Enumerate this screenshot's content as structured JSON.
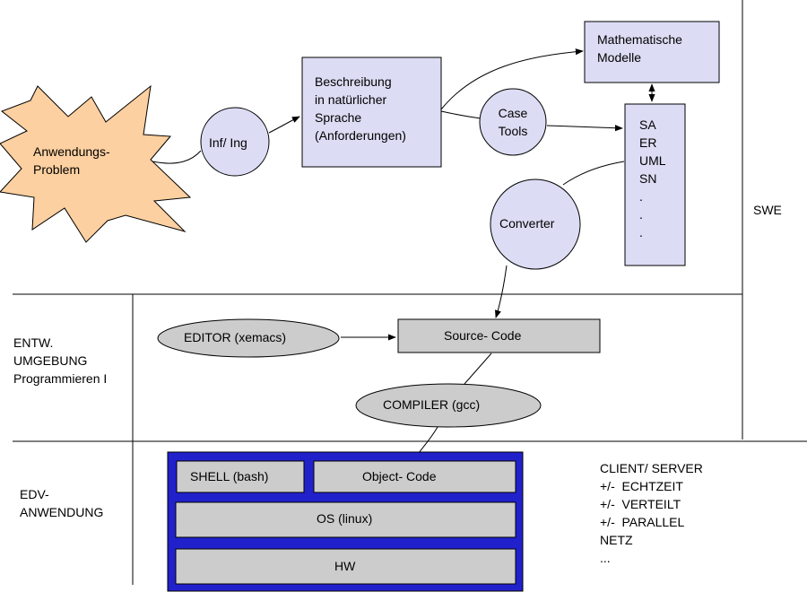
{
  "colors": {
    "lavender": "#dcdcf4",
    "gray": "#cccccc",
    "peach": "#fcd0a0",
    "blue_frame": "#2121cc",
    "line": "#000000"
  },
  "nodes": {
    "problem": "Anwendungs-\nProblem",
    "infing": "Inf/ Ing",
    "beschreibung": "Beschreibung\nin natürlicher\nSprache\n(Anforderungen)",
    "math": "Mathematische\nModelle",
    "casetools": "Case\nTools",
    "methods": "SA\nER\nUML\nSN\n.\n.\n.",
    "converter": "Converter",
    "editor": "EDITOR (xemacs)",
    "source": "Source- Code",
    "compiler": "COMPILER (gcc)",
    "shell": "SHELL (bash)",
    "object": "Object- Code",
    "os": "OS (linux)",
    "hw": "HW"
  },
  "zones": {
    "swe": "SWE",
    "entw": "ENTW.\nUMGEBUNG\nProgrammieren I",
    "edv": "EDV-\nANWENDUNG"
  },
  "properties": "CLIENT/ SERVER\n+/-  ECHTZEIT\n+/-  VERTEILT\n+/-  PARALLEL\nNETZ\n..."
}
